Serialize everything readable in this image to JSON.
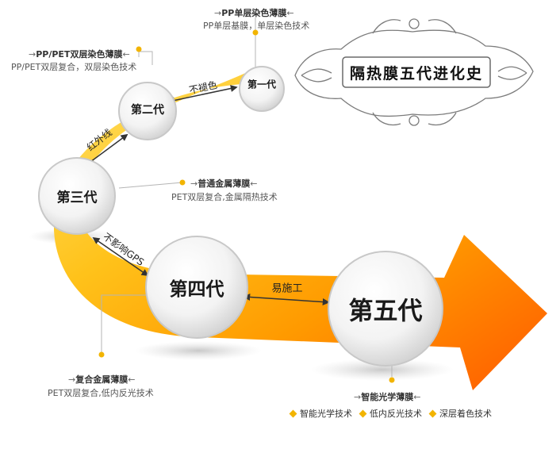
{
  "title": "隔热膜五代进化史",
  "generations": [
    {
      "id": "gen1",
      "label": "第一代"
    },
    {
      "id": "gen2",
      "label": "第二代"
    },
    {
      "id": "gen3",
      "label": "第三代"
    },
    {
      "id": "gen4",
      "label": "第四代"
    },
    {
      "id": "gen5",
      "label": "第五代"
    }
  ],
  "transitions": [
    {
      "label": "不褪色"
    },
    {
      "label": "红外线"
    },
    {
      "label": "不影响GPS"
    },
    {
      "label": "易施工"
    }
  ],
  "annotations": [
    {
      "title": "PP单层染色薄膜",
      "desc": "PP单层基膜，单层染色技术"
    },
    {
      "title": "PP/PET双层染色薄膜",
      "desc": "PP/PET双层复合，双层染色技术"
    },
    {
      "title": "普通金属薄膜",
      "desc": "PET双层复合,金属隔热技术"
    },
    {
      "title": "复合金属薄膜",
      "desc": "PET双层复合,低内反光技术"
    },
    {
      "title": "智能光学薄膜",
      "features": [
        "智能光学技术",
        "低内反光技术",
        "深层着色技术"
      ]
    }
  ],
  "colors": {
    "arrow_light": "#ffd400",
    "arrow_dark": "#ff6a00",
    "accent": "#f2b400"
  }
}
